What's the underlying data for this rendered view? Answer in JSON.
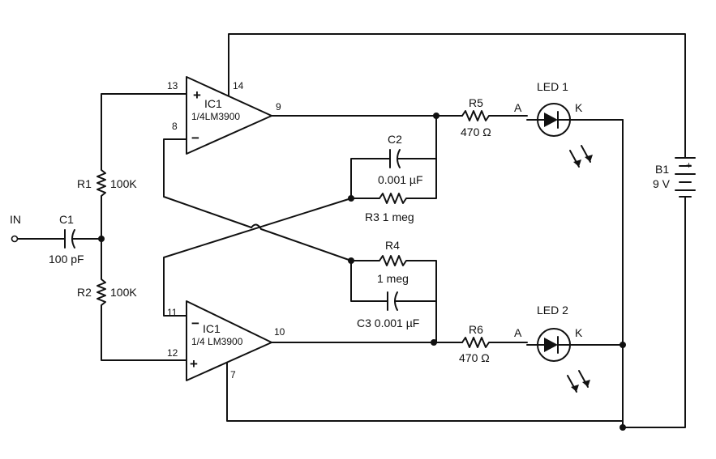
{
  "input": {
    "label": "IN"
  },
  "c1": {
    "name": "C1",
    "value": "100 pF"
  },
  "r1": {
    "name": "R1",
    "value": "100K"
  },
  "r2": {
    "name": "R2",
    "value": "100K"
  },
  "ic_top": {
    "name": "IC1",
    "part": "1/4LM3900",
    "pin_plus": "13",
    "pin_minus": "8",
    "pin_power": "14",
    "pin_out": "9",
    "plus_sign": "+",
    "minus_sign": "−"
  },
  "ic_bottom": {
    "name": "IC1",
    "part": "1/4 LM3900",
    "pin_minus": "11",
    "pin_plus": "12",
    "pin_gnd": "7",
    "pin_out": "10",
    "plus_sign": "+",
    "minus_sign": "−"
  },
  "c2": {
    "name": "C2",
    "value": "0.001 µF"
  },
  "r3": {
    "label": "R3  1 meg"
  },
  "r4": {
    "name": "R4",
    "value": "1 meg"
  },
  "c3": {
    "label": "C3  0.001 µF"
  },
  "r5": {
    "name": "R5",
    "value": "470 Ω"
  },
  "r6": {
    "name": "R6",
    "value": "470 Ω"
  },
  "led1": {
    "name": "LED 1",
    "anode": "A",
    "cathode": "K"
  },
  "led2": {
    "name": "LED 2",
    "anode": "A",
    "cathode": "K"
  },
  "battery": {
    "name": "B1",
    "voltage": "9 V",
    "plus_sign": "+"
  }
}
